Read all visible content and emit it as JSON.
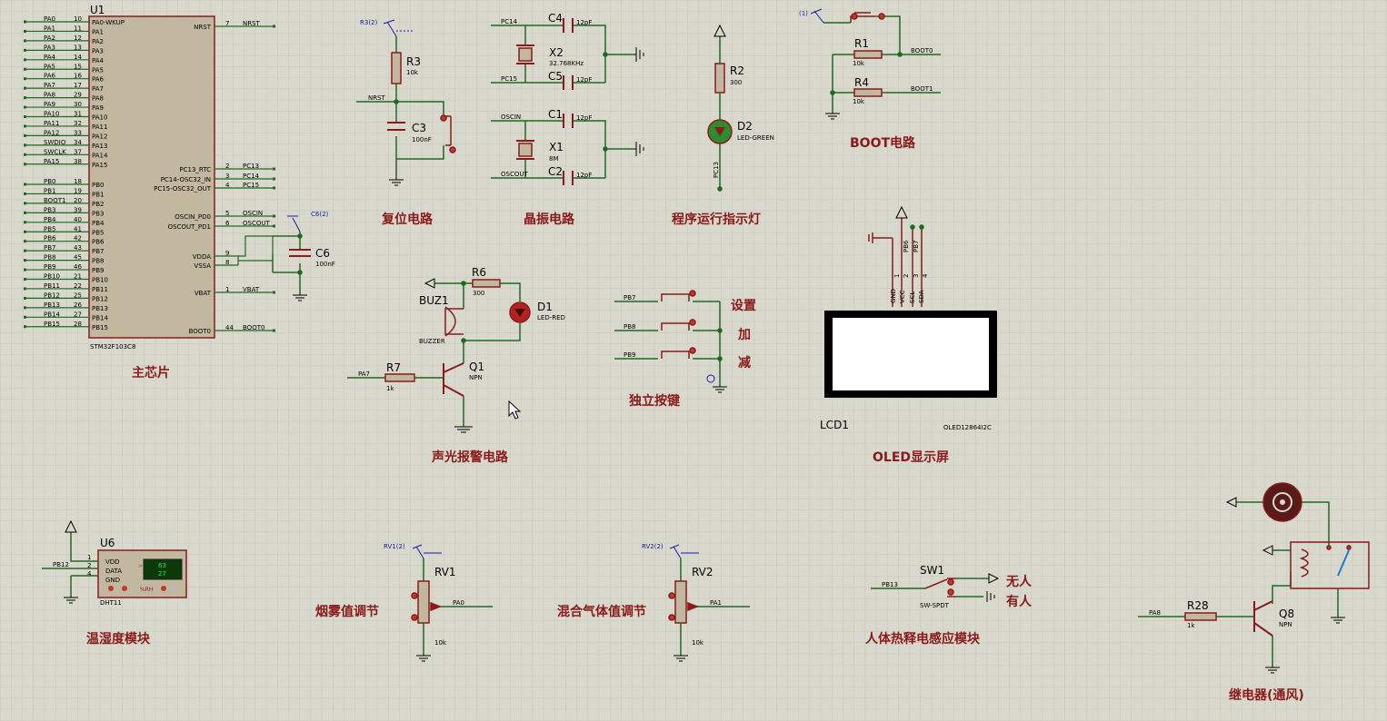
{
  "sections": {
    "main_chip": "主芯片",
    "reset": "复位电路",
    "crystal": "晶振电路",
    "run_led": "程序运行指示灯",
    "boot": "BOOT电路",
    "alarm": "声光报警电路",
    "keys": "独立按键",
    "oled": "OLED显示屏",
    "temp_hum": "温湿度模块",
    "smoke": "烟雾值调节",
    "gas": "混合气体值调节",
    "pir": "人体热释电感应模块",
    "relay": "继电器(通风)"
  },
  "u1": {
    "ref": "U1",
    "part": "STM32F103C8",
    "left_pins": [
      {
        "net": "PA0",
        "num": "10",
        "name": "PA0-WKUP"
      },
      {
        "net": "PA1",
        "num": "11",
        "name": "PA1"
      },
      {
        "net": "PA2",
        "num": "12",
        "name": "PA2"
      },
      {
        "net": "PA3",
        "num": "13",
        "name": "PA3"
      },
      {
        "net": "PA4",
        "num": "14",
        "name": "PA4"
      },
      {
        "net": "PA5",
        "num": "15",
        "name": "PA5"
      },
      {
        "net": "PA6",
        "num": "16",
        "name": "PA6"
      },
      {
        "net": "PA7",
        "num": "17",
        "name": "PA7"
      },
      {
        "net": "PA8",
        "num": "29",
        "name": "PA8"
      },
      {
        "net": "PA9",
        "num": "30",
        "name": "PA9"
      },
      {
        "net": "PA10",
        "num": "31",
        "name": "PA10"
      },
      {
        "net": "PA11",
        "num": "32",
        "name": "PA11"
      },
      {
        "net": "PA12",
        "num": "33",
        "name": "PA12"
      },
      {
        "net": "SWDIO",
        "num": "34",
        "name": "PA13"
      },
      {
        "net": "SWCLK",
        "num": "37",
        "name": "PA14"
      },
      {
        "net": "PA15",
        "num": "38",
        "name": "PA15"
      },
      {
        "net": "PB0",
        "num": "18",
        "name": "PB0"
      },
      {
        "net": "PB1",
        "num": "19",
        "name": "PB1"
      },
      {
        "net": "BOOT1",
        "num": "20",
        "name": "PB2"
      },
      {
        "net": "PB3",
        "num": "39",
        "name": "PB3"
      },
      {
        "net": "PB4",
        "num": "40",
        "name": "PB4"
      },
      {
        "net": "PB5",
        "num": "41",
        "name": "PB5"
      },
      {
        "net": "PB6",
        "num": "42",
        "name": "PB6"
      },
      {
        "net": "PB7",
        "num": "43",
        "name": "PB7"
      },
      {
        "net": "PB8",
        "num": "45",
        "name": "PB8"
      },
      {
        "net": "PB9",
        "num": "46",
        "name": "PB9"
      },
      {
        "net": "PB10",
        "num": "21",
        "name": "PB10"
      },
      {
        "net": "PB11",
        "num": "22",
        "name": "PB11"
      },
      {
        "net": "PB12",
        "num": "25",
        "name": "PB12"
      },
      {
        "net": "PB13",
        "num": "26",
        "name": "PB13"
      },
      {
        "net": "PB14",
        "num": "27",
        "name": "PB14"
      },
      {
        "net": "PB15",
        "num": "28",
        "name": "PB15"
      }
    ],
    "right_pins": [
      {
        "name": "NRST",
        "num": "7",
        "net": "NRST"
      },
      {
        "name": "PC13_RTC",
        "num": "2",
        "net": "PC13"
      },
      {
        "name": "PC14-OSC32_IN",
        "num": "3",
        "net": "PC14"
      },
      {
        "name": "PC15-OSC32_OUT",
        "num": "4",
        "net": "PC15"
      },
      {
        "name": "OSCIN_PD0",
        "num": "5",
        "net": "OSCIN"
      },
      {
        "name": "OSCOUT_PD1",
        "num": "6",
        "net": "OSCOUT"
      },
      {
        "name": "VDDA",
        "num": "9",
        "net": ""
      },
      {
        "name": "VSSA",
        "num": "8",
        "net": ""
      },
      {
        "name": "VBAT",
        "num": "1",
        "net": "VBAT"
      },
      {
        "name": "BOOT0",
        "num": "44",
        "net": "BOOT0"
      }
    ]
  },
  "c6": {
    "ref": "C6",
    "value": "100nF",
    "rail": "C6(2)"
  },
  "reset": {
    "rail": "R3(2)",
    "r_ref": "R3",
    "r_val": "10k",
    "net": "NRST",
    "c_ref": "C3",
    "c_val": "100nF"
  },
  "crystal": {
    "c4": "C4",
    "c5": "C5",
    "c1": "C1",
    "c2": "C2",
    "cap_val": "12pF",
    "x2": "X2",
    "x2_val": "32.768KHz",
    "x1": "X1",
    "x1_val": "8M",
    "n_pc14": "PC14",
    "n_pc15": "PC15",
    "n_oscin": "OSCIN",
    "n_oscout": "OSCOUT"
  },
  "run_led": {
    "r_ref": "R2",
    "r_val": "300",
    "d_ref": "D2",
    "d_val": "LED-GREEN",
    "net": "PC13"
  },
  "boot": {
    "rail": "(1)",
    "r1": "R1",
    "r1_val": "10k",
    "r4": "R4",
    "r4_val": "10k",
    "n0": "BOOT0",
    "n1": "BOOT1"
  },
  "alarm": {
    "r6": "R6",
    "r6_val": "300",
    "d1": "D1",
    "d1_val": "LED-RED",
    "buz": "BUZ1",
    "buz_val": "BUZZER",
    "r7": "R7",
    "r7_val": "1k",
    "net": "PA7",
    "q1": "Q1",
    "q1_val": "NPN"
  },
  "keys": {
    "n1": "PB7",
    "n2": "PB8",
    "n3": "PB9",
    "l1": "设置",
    "l2": "加",
    "l3": "减"
  },
  "oled": {
    "ref": "LCD1",
    "part": "OLED12864I2C",
    "pins": [
      "GND",
      "VCC",
      "SCL",
      "SDA"
    ],
    "nums": [
      "1",
      "2",
      "3",
      "4"
    ],
    "nets": [
      "PB6",
      "PB7"
    ]
  },
  "u6": {
    "ref": "U6",
    "part": "DHT11",
    "pins": [
      "VDD",
      "DATA",
      "GND"
    ],
    "nums": [
      "1",
      "2",
      "4"
    ],
    "net": "PB12",
    "readout1": "63",
    "readout2": "27",
    "unit": "%RH"
  },
  "rv1": {
    "rail": "RV1(2)",
    "ref": "RV1",
    "val": "10k",
    "net": "PA0"
  },
  "rv2": {
    "rail": "RV2(2)",
    "ref": "RV2",
    "val": "10k",
    "net": "PA1"
  },
  "sw1": {
    "ref": "SW1",
    "part": "SW-SPDT",
    "net": "PB13",
    "t1": "无人",
    "t2": "有人"
  },
  "relay": {
    "r28": "R28",
    "r28_val": "1k",
    "net": "PA8",
    "q8": "Q8",
    "q8_val": "NPN"
  },
  "colors": {
    "bg": "#d8d8cc",
    "wire": "#1e6a1e",
    "comp": "#8b1a1a",
    "chip": "#c2b8a0",
    "label": "#8b1a1a",
    "text": "#000000",
    "rail": "#1a1aaa"
  }
}
